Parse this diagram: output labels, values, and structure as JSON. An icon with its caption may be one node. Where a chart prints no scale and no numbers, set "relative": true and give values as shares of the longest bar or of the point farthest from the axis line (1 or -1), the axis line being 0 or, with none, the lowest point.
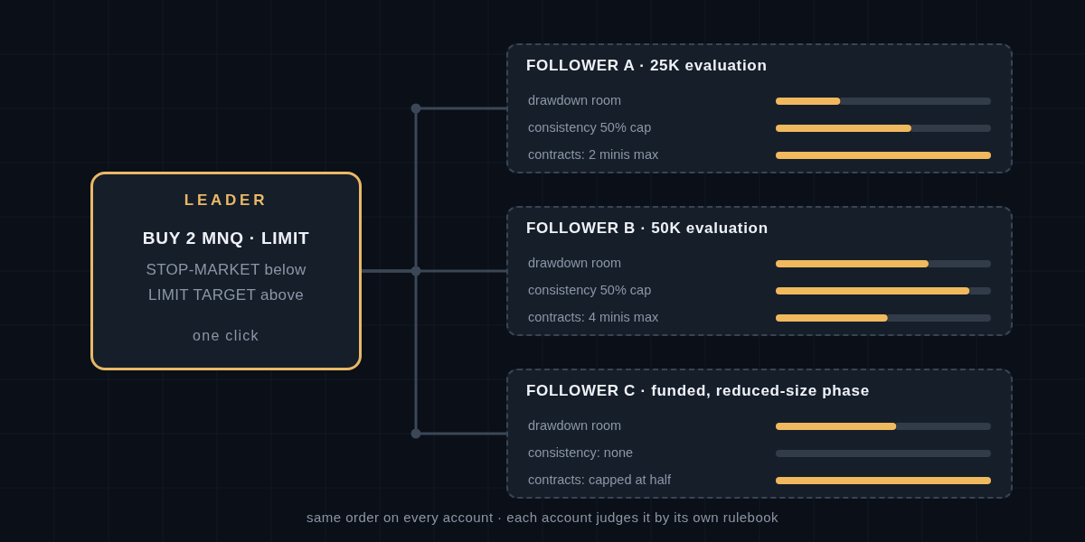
{
  "diagram": {
    "caption": "same order on every account · each account judges it by its own rulebook",
    "nodes": [
      {
        "text": [
          "LEADER",
          "BUY 2 MNQ · LIMIT",
          "STOP-MARKET below",
          "LIMIT TARGET above",
          "one click"
        ]
      },
      {
        "text": [
          "FOLLOWER A · 25K evaluation"
        ]
      },
      {
        "text": [
          "FOLLOWER B · 50K evaluation"
        ]
      },
      {
        "text": [
          "FOLLOWER C · funded, reduced-size phase"
        ]
      }
    ],
    "edges": [
      {
        "from": 0,
        "to": 1,
        "arrow": "none"
      },
      {
        "from": 0,
        "to": 2,
        "arrow": "none"
      },
      {
        "from": 0,
        "to": 3,
        "arrow": "none"
      }
    ],
    "chart_data": [
      {
        "type": "bar",
        "orientation": "horizontal",
        "relative": true,
        "stacked": true,
        "categories": [
          "drawdown room",
          "consistency 50% cap",
          "contracts: 2 minis max"
        ],
        "series": [
          {
            "color": "#f0b95e",
            "values": [
              0.3,
              0.63,
              1
            ]
          },
          {
            "color": "#323c48",
            "values": [
              0.7,
              0.37,
              0
            ]
          }
        ]
      },
      {
        "type": "bar",
        "orientation": "horizontal",
        "relative": true,
        "stacked": true,
        "categories": [
          "drawdown room",
          "consistency 50% cap",
          "contracts: 4 minis max"
        ],
        "series": [
          {
            "color": "#f0b95e",
            "values": [
              0.71,
              0.9,
              0.52
            ]
          },
          {
            "color": "#323c48",
            "values": [
              0.29,
              0.1,
              0.48
            ]
          }
        ]
      },
      {
        "type": "bar",
        "orientation": "horizontal",
        "relative": true,
        "stacked": true,
        "categories": [
          "drawdown room",
          "consistency: none",
          "contracts: capped at half"
        ],
        "series": [
          {
            "color": "#f0b95e",
            "values": [
              0.56,
              0,
              1
            ]
          },
          {
            "color": "#323c48",
            "values": [
              0.44,
              1,
              0
            ]
          }
        ]
      }
    ]
  }
}
